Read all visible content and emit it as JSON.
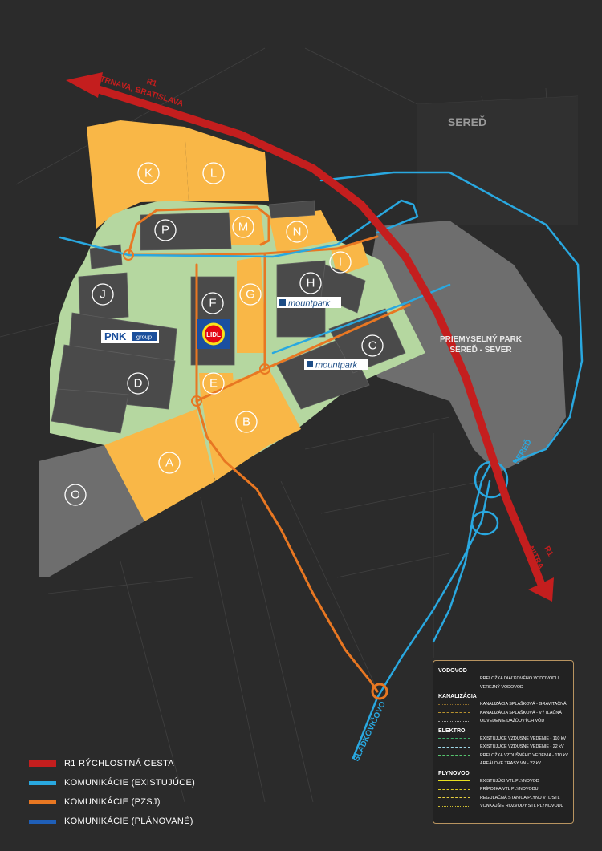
{
  "colors": {
    "background": "#2b2b2b",
    "plot": "#f9b747",
    "green": "#b5d7a0",
    "building": "#4a4a4a",
    "park": "#6e6e6e",
    "r1": "#c41e1e",
    "existing_road": "#29a8e0",
    "planned_road_pzsj": "#e87722",
    "planned_road": "#1f5fb8"
  },
  "map": {
    "town_label": "SEREĎ",
    "park_label_line1": "PRIEMYSELNÝ PARK",
    "park_label_line2": "SEREĎ - SEVER",
    "road_label_r1_west": "R1",
    "road_label_trnava": "TRNAVA, BRATISLAVA",
    "road_label_r1_east": "R1",
    "road_label_nitra": "NITRA",
    "road_label_sered": "SEREĎ",
    "road_label_sladkovicovo": "SLÁDKOVIČOVO",
    "tenant_pnk": "PNK",
    "tenant_pnk_sub": "group",
    "tenant_lidl": "LIDL",
    "tenant_mountpark_1": "mountpark",
    "tenant_mountpark_2": "mountpark"
  },
  "plots": [
    "K",
    "L",
    "P",
    "M",
    "N",
    "I",
    "J",
    "F",
    "G",
    "H",
    "C",
    "D",
    "E",
    "B",
    "A",
    "O"
  ],
  "legend": {
    "items": [
      {
        "label": "R1 RÝCHLOSTNÁ CESTA",
        "color": "#c41e1e"
      },
      {
        "label": "KOMUNIKÁCIE (EXISTUJÚCE)",
        "color": "#29a8e0"
      },
      {
        "label": "KOMUNIKÁCIE (PZSJ)",
        "color": "#e87722"
      },
      {
        "label": "KOMUNIKÁCIE (PLÁNOVANÉ)",
        "color": "#1f5fb8"
      }
    ]
  },
  "utility_legend": {
    "sections": [
      {
        "title": "VODOVOD",
        "items": [
          {
            "label": "PRELOŽKA DIAĽKOVÉHO VODOVODU",
            "color": "#5b7fc8"
          },
          {
            "label": "VEREJNÝ VODOVOD",
            "color": "#3c5fb0"
          }
        ]
      },
      {
        "title": "KANALIZÁCIA",
        "items": [
          {
            "label": "KANALIZÁCIA SPLAŠKOVÁ - GRAVITAČNÁ",
            "color": "#8a6a2a"
          },
          {
            "label": "KANALIZÁCIA SPLAŠKOVÁ - VÝTLAČNÁ",
            "color": "#b8922e"
          },
          {
            "label": "ODVEDENIE DAŽĎOVÝCH VÔD",
            "color": "#9b9b9b"
          }
        ]
      },
      {
        "title": "ELEKTRO",
        "items": [
          {
            "label": "EXISTUJÚCE VZDUŠNÉ VEDENIE - 110 kV",
            "color": "#3fae6a"
          },
          {
            "label": "EXISTUJÚCE VZDUŠNÉ VEDENIE - 22 kV",
            "color": "#9fd8e8"
          },
          {
            "label": "PRELOŽKA VZDUŠNÉHO VEDENIA - 110 kV",
            "color": "#56c46e"
          },
          {
            "label": "AREÁLOVÉ TRASY VN - 22 kV",
            "color": "#7ab8d8"
          }
        ]
      },
      {
        "title": "PLYNOVOD",
        "items": [
          {
            "label": "EXISTUJÚCI VTL PLYNOVOD",
            "color": "#e8e020"
          },
          {
            "label": "PRÍPOJKA VTL PLYNOVODU",
            "color": "#d8c820"
          },
          {
            "label": "REGULAČNÁ STANICA PLYNU VTL/STL",
            "color": "#e8d040"
          },
          {
            "label": "VONKAJŠIE ROZVODY STL PLYNOVODU",
            "color": "#c8b830"
          }
        ]
      }
    ]
  }
}
